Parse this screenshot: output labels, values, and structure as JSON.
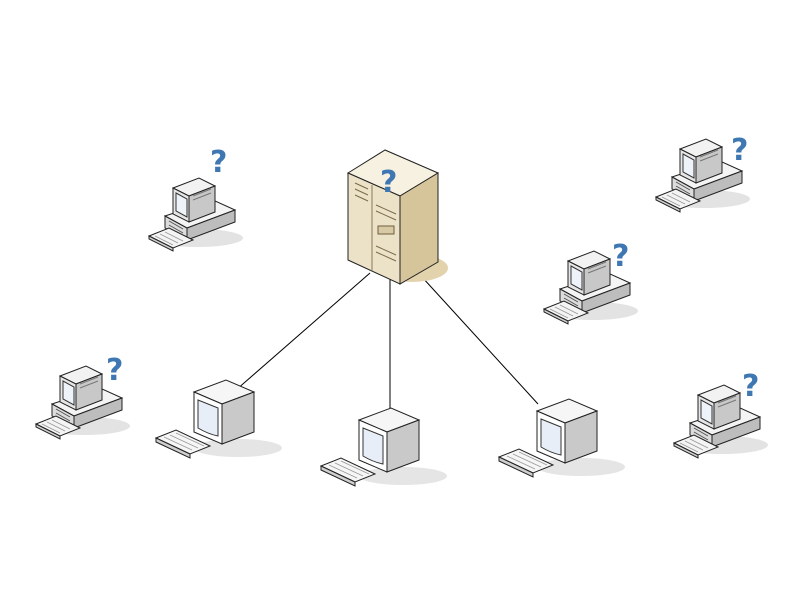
{
  "diagram": {
    "background": "#ffffff",
    "colors": {
      "link": "#000000",
      "question_mark": "#3f77b2",
      "server_body": "#ece2c8",
      "server_side": "#d6c49a",
      "server_top": "#f7f1e2",
      "monitor_face": "#ffffff",
      "monitor_side": "#bfbfbf",
      "screen": "#e8eef7",
      "shadow": "#e5e5e5",
      "outline": "#1a1a1a"
    },
    "server": {
      "name": "central-server",
      "icon": "server-tower-icon",
      "status_mark": "?"
    },
    "connected_terminals": [
      {
        "name": "terminal-left",
        "icon": "crt-terminal-icon"
      },
      {
        "name": "terminal-center",
        "icon": "crt-terminal-icon"
      },
      {
        "name": "terminal-right",
        "icon": "crt-terminal-icon"
      }
    ],
    "unknown_computers": [
      {
        "name": "unknown-pc-top-left",
        "icon": "desktop-pc-icon",
        "status_mark": "?"
      },
      {
        "name": "unknown-pc-mid-left",
        "icon": "desktop-pc-icon",
        "status_mark": "?"
      },
      {
        "name": "unknown-pc-top-right",
        "icon": "desktop-pc-icon",
        "status_mark": "?"
      },
      {
        "name": "unknown-pc-center-right",
        "icon": "desktop-pc-icon",
        "status_mark": "?"
      },
      {
        "name": "unknown-pc-bottom-right",
        "icon": "desktop-pc-icon",
        "status_mark": "?"
      }
    ]
  }
}
